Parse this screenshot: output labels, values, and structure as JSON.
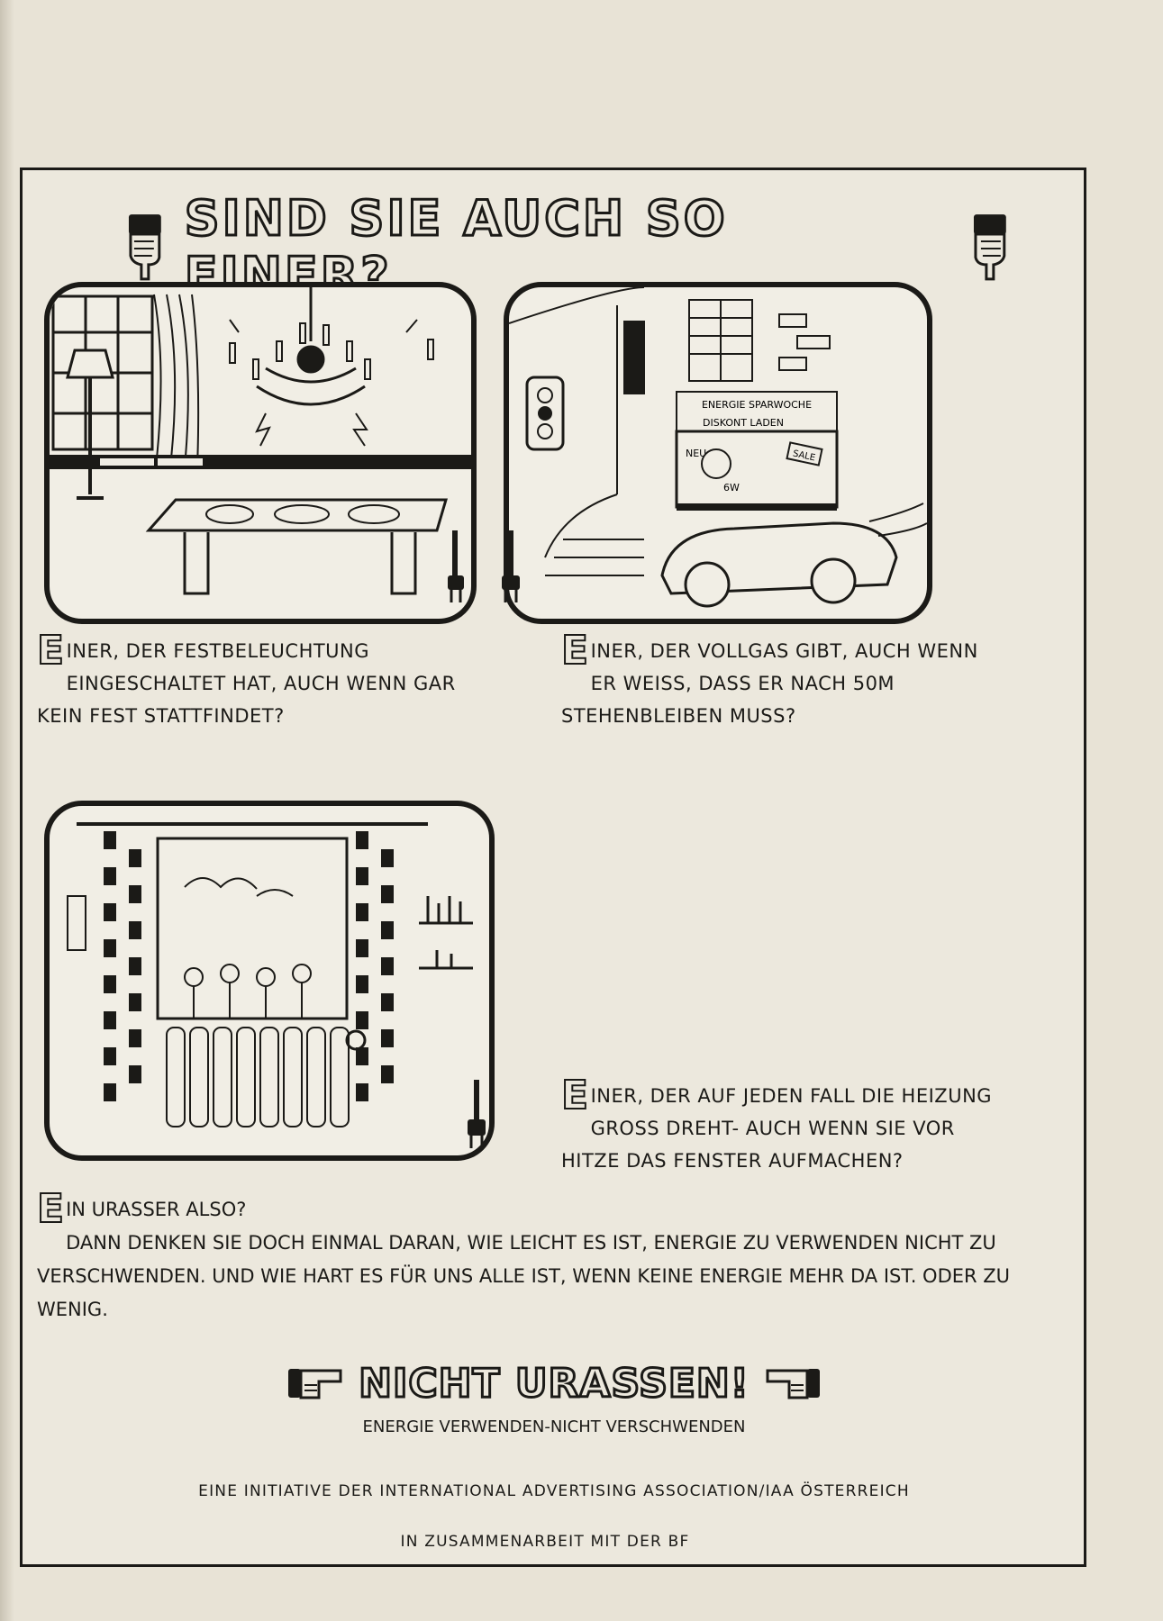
{
  "headline": "SIND SIE AUCH SO EINER?",
  "panels": {
    "shop_sign_top": "ENERGIE SPARWOCHE",
    "shop_sign_bottom": "DISKONT LADEN",
    "bulb_tag": "NEU",
    "bulb_watt": "6W",
    "sale_tag": "SALE"
  },
  "captions": [
    {
      "initial": "E",
      "text": "INER, DER FESTBELEUCHTUNG EINGESCHALTET HAT, AUCH WENN GAR KEIN FEST STATTFINDET?"
    },
    {
      "initial": "E",
      "text": "INER, DER VOLLGAS GIBT, AUCH WENN ER WEISS, DASS ER NACH 50m STEHENBLEIBEN MUSS?"
    },
    {
      "initial": "E",
      "text": "INER, DER AUF JEDEN FALL DIE HEIZUNG GROSS DREHT- AUCH WENN SIE VOR HITZE DAS FENSTER AUFMACHEN?"
    }
  ],
  "closing": {
    "initial": "E",
    "first_line": "IN URASSER ALSO?",
    "body": "DANN DENKEN SIE DOCH EINMAL DARAN, WIE LEICHT ES IST, ENERGIE ZU VERWENDEN NICHT ZU VERSCHWENDEN. UND WIE HART ES FÜR UNS ALLE IST, WENN KEINE ENERGIE MEHR DA IST. ODER ZU WENIG."
  },
  "slogan": "NICHT URASSEN!",
  "subline": "ENERGIE VERWENDEN-NICHT VERSCHWENDEN",
  "initiative": "EINE INITIATIVE DER INTERNATIONAL ADVERTISING ASSOCIATION/IAA ÖSTERREICH",
  "partner": "IN ZUSAMMENARBEIT MIT DER BF"
}
